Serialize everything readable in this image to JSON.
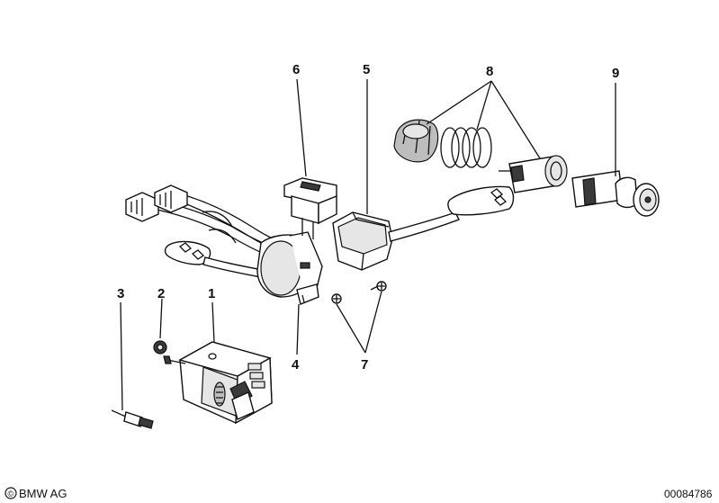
{
  "callouts": {
    "c1": "1",
    "c2": "2",
    "c3": "3",
    "c4": "4",
    "c5": "5",
    "c6": "6",
    "c7": "7",
    "c8": "8",
    "c9": "9"
  },
  "footer": {
    "brand": "BMW AG",
    "copyright_symbol": "©",
    "diagram_number": "00084786"
  },
  "switch_labels": {
    "top": "",
    "mid": "",
    "bot": ""
  }
}
